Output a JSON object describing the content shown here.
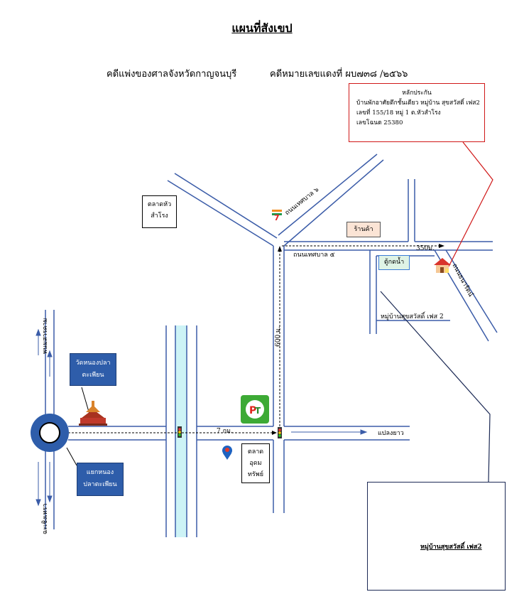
{
  "title": "แผนที่สังเขป",
  "case": {
    "court": "คดีแพ่งของศาลจังหวัดกาญจนบุรี",
    "case_no": "คดีหมายเลขแดงที่  ผบ๗๓๘ /๒๕๖๖"
  },
  "info_box": {
    "heading": "หลักประกัน",
    "line1": "บ้านพักอาศัยตึกชั้นเดียว หมู่บ้าน สุขสวัสดิ์ เฟส2",
    "line2": "เลขที่ 155/18   หมู่ 1  ต.หัวสำโรง",
    "line3": "เลขโฉนด  25380"
  },
  "labels": {
    "market_hua_line1": "ตลาดหัว",
    "market_hua_line2": "สำโรง",
    "road_thesaban6": "ถนนเทศบาล ๖",
    "seven_eleven": "7",
    "shop": "ร้านค้า",
    "road_thesaban5": "ถนนเทศบาล ๕",
    "dist_350": "350ม.",
    "water_kiosk": "ตู้กดน้ำ",
    "road_thanarat": "ถนนธนารัตน์",
    "village_phase2": "หมู่บ้านสุขสวัสดิ์ เฟส 2",
    "dist_600": "600 ม.",
    "road_phanom_sarakham": "พนมสารคาม",
    "temple_line1": "วัดหนองปลา",
    "temple_line2": "ตะเพียน",
    "dist_7km": "7 กม.",
    "plaeng_yao": "แปลงยาว",
    "market_udom_line1": "ตลาด",
    "market_udom_line2": "อุดม",
    "market_udom_line3": "ทรัพย์",
    "junction_line1": "แยกหนอง",
    "junction_line2": "ปลาตะเพียน",
    "road_chachoengsao": "ฉะเชิงเทรา",
    "inset_village": "หมู่บ้านสุขสวัสดิ์ เฟส2"
  },
  "colors": {
    "road": "#3b5ca8",
    "canal": "#cdf3f6",
    "info_border": "#d01818",
    "pointer": "#e01a1a",
    "inset_border": "#1c2a55",
    "blue_box": "#2e5daa",
    "shop_fill": "#fbe4d5",
    "kiosk_fill": "#dff3e6"
  },
  "icons": [
    "seven-eleven-icon",
    "pt-gas-station-icon",
    "temple-icon",
    "house-icon",
    "traffic-light-icon",
    "roundabout-icon",
    "market-pin-icon"
  ]
}
